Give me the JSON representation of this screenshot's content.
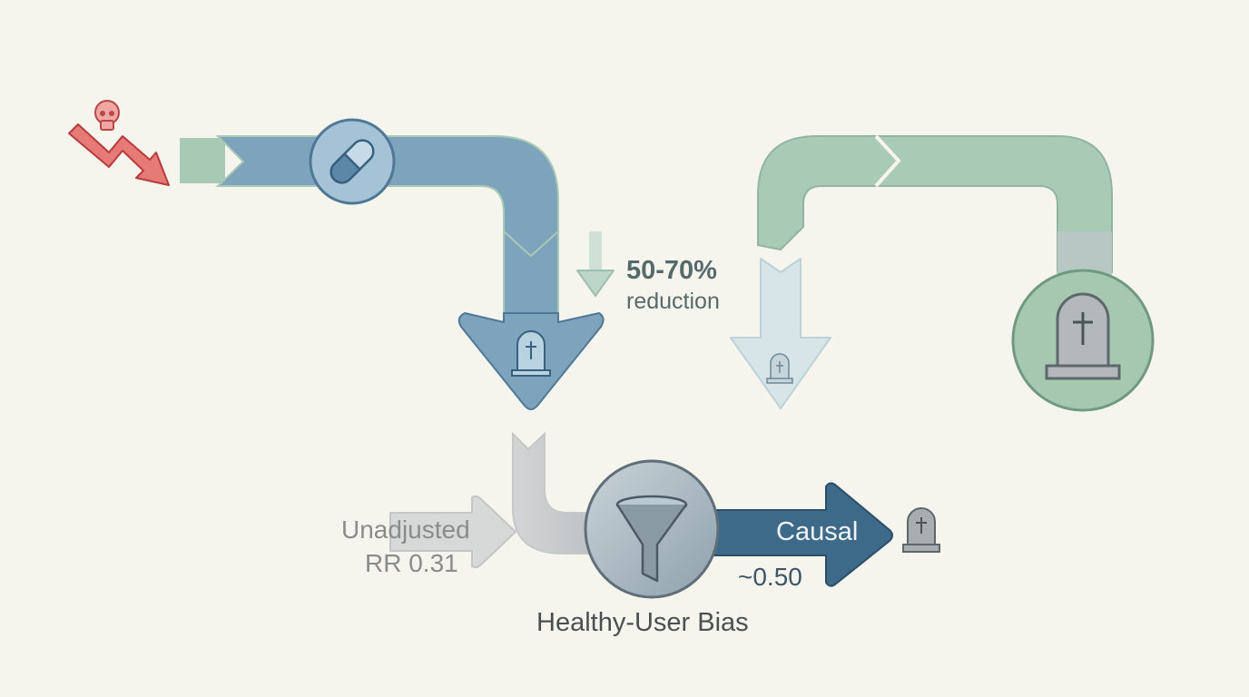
{
  "labels": {
    "reduction_pct": "50-70%",
    "reduction_word": "reduction",
    "unadjusted_line1": "Unadjusted",
    "unadjusted_line2": "RR 0.31",
    "causal": "Causal",
    "causal_value": "~0.50",
    "bias": "Healthy-User Bias"
  },
  "icons": [
    "skull-icon",
    "declining-arrow-icon",
    "pill-icon",
    "tombstone-icon",
    "funnel-icon"
  ],
  "colors": {
    "background": "#f5f5ee",
    "blue_flow": "#7ea3bd",
    "green_flow": "#a9cab5",
    "red_arrow": "#e07070",
    "dark_blue": "#3e6a8a",
    "gray_flow": "#c8cacb"
  }
}
